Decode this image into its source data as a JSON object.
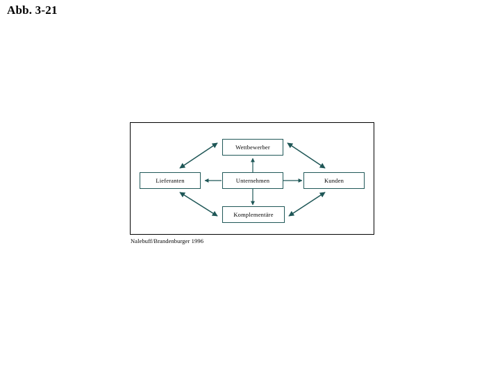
{
  "slide": {
    "title": "Abb. 3-21"
  },
  "diagram": {
    "name": "value-net",
    "line_color": "#1f5757",
    "frame_color": "#000000",
    "background": "#ffffff",
    "nodes": [
      {
        "id": "wettbewerber",
        "label": "Wettbewerber"
      },
      {
        "id": "lieferanten",
        "label": "Lieferanten"
      },
      {
        "id": "unternehmen",
        "label": "Unternehmen"
      },
      {
        "id": "kunden",
        "label": "Kunden"
      },
      {
        "id": "komplementaere",
        "label": "Komplementäre"
      }
    ],
    "connections": [
      {
        "from": "unternehmen",
        "to": "wettbewerber",
        "style": "single-arrow"
      },
      {
        "from": "unternehmen",
        "to": "lieferanten",
        "style": "single-arrow"
      },
      {
        "from": "unternehmen",
        "to": "kunden",
        "style": "single-arrow"
      },
      {
        "from": "unternehmen",
        "to": "komplementaere",
        "style": "single-arrow"
      },
      {
        "from": "lieferanten",
        "to": "wettbewerber",
        "style": "double-arrow"
      },
      {
        "from": "wettbewerber",
        "to": "kunden",
        "style": "double-arrow"
      },
      {
        "from": "lieferanten",
        "to": "komplementaere",
        "style": "double-arrow"
      },
      {
        "from": "komplementaere",
        "to": "kunden",
        "style": "double-arrow"
      }
    ]
  },
  "caption": {
    "source": "Nalebuff/Brandenburger 1996"
  }
}
